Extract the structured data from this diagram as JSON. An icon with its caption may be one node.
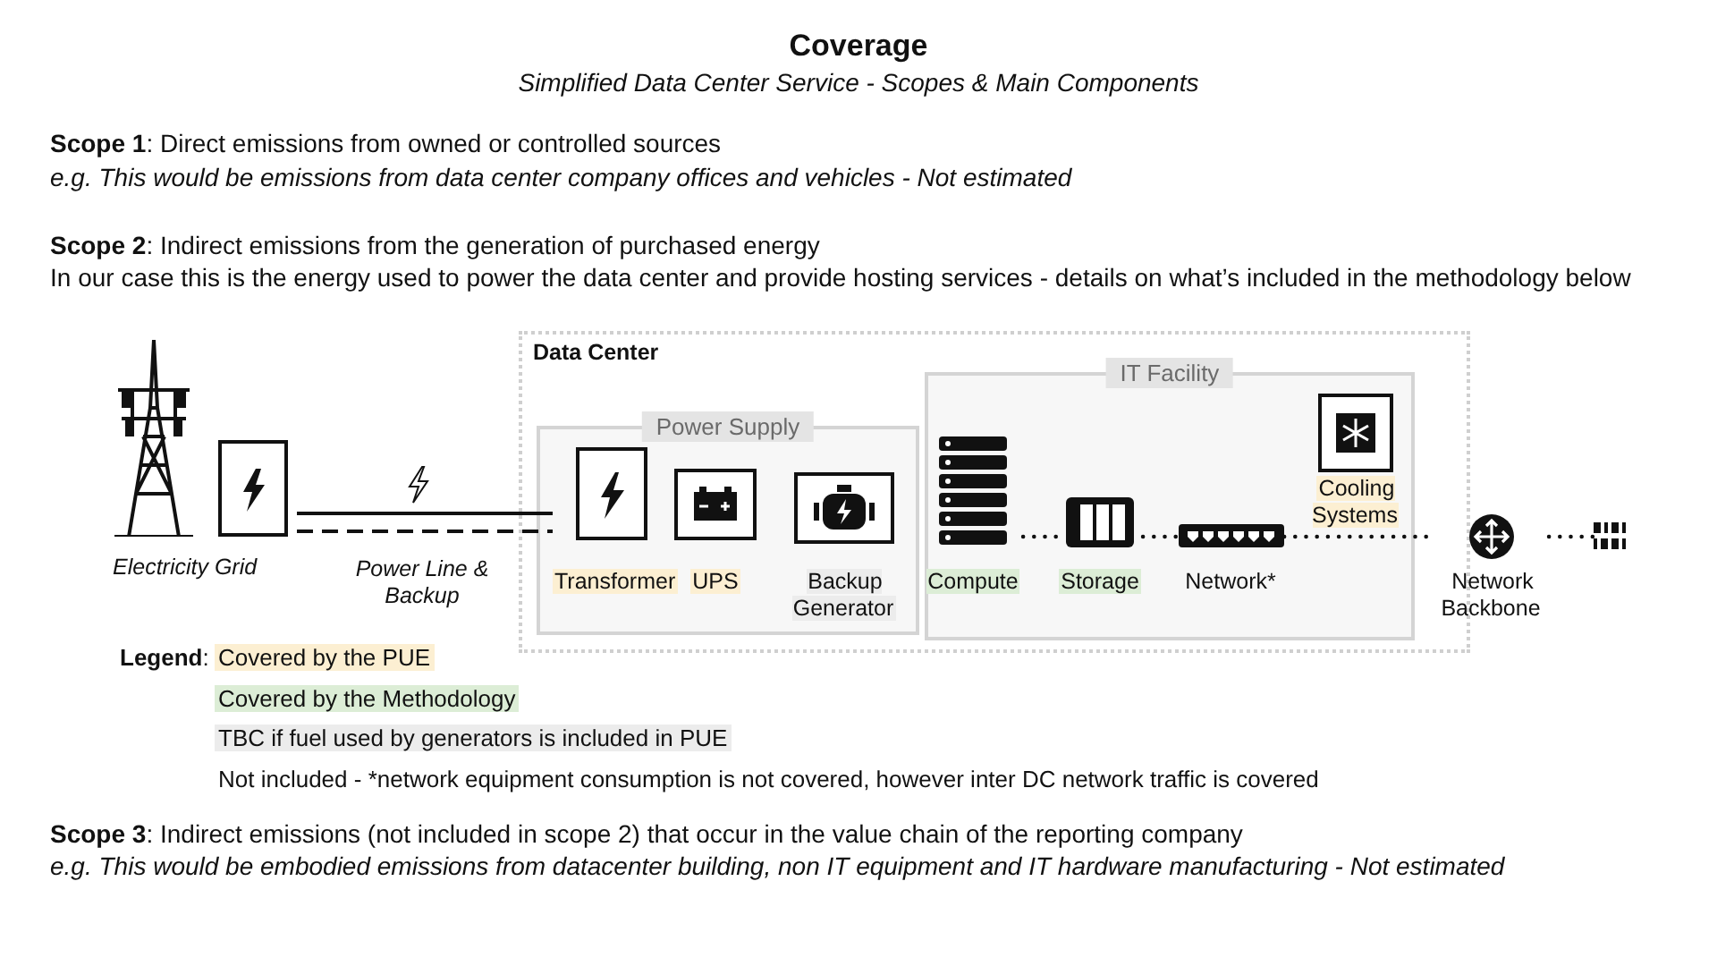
{
  "diagram": {
    "title": "Coverage",
    "nodes": [
      {
        "text": [
          "Data Center"
        ]
      },
      {
        "text": [
          "Power Supply"
        ],
        "in": 0
      },
      {
        "text": [
          "IT Facility"
        ],
        "in": 0
      },
      {
        "text": [
          "Electricity Grid"
        ]
      },
      {
        "text": [
          "Transformer"
        ],
        "in": 1
      },
      {
        "text": [
          "UPS"
        ],
        "in": 1
      },
      {
        "text": [
          "Backup Generator"
        ],
        "in": 1
      },
      {
        "text": [
          "Compute"
        ],
        "in": 2
      },
      {
        "text": [
          "Storage"
        ],
        "in": 2
      },
      {
        "text": [
          "Network*"
        ],
        "in": 2
      },
      {
        "text": [
          "Cooling Systems"
        ],
        "in": 2
      },
      {
        "text": [
          "Network Backbone"
        ]
      },
      {
        "text": [],
        "shape": "icon"
      }
    ],
    "edges": [
      {
        "from": 3,
        "to": 4,
        "arrow": "none",
        "label": "Power Line & Backup"
      },
      {
        "from": 3,
        "to": 4,
        "arrow": "none",
        "style": "dashed"
      },
      {
        "from": 7,
        "to": 8,
        "arrow": "none",
        "style": "dashed"
      },
      {
        "from": 8,
        "to": 9,
        "arrow": "none",
        "style": "dashed"
      },
      {
        "from": 9,
        "to": 11,
        "arrow": "none",
        "style": "dashed"
      },
      {
        "from": 11,
        "to": 12,
        "arrow": "none",
        "style": "dashed"
      }
    ],
    "labels": [
      "Simplified Data Center Service - Scopes & Main Components",
      "**Scope 1**: Direct emissions from owned or controlled sources",
      "e.g. This would be emissions from data center company offices and vehicles - Not estimated",
      "**Scope 2**: Indirect emissions from the generation of purchased energy",
      "In our case this is the energy used to power the data center and provide hosting services - details on what’s included in the methodology below",
      "**Legend**:",
      "**Scope 3**: Indirect emissions (not included in scope 2) that occur in the value chain of the reporting company",
      "e.g. This would be embodied emissions from datacenter building, non IT equipment and IT hardware manufacturing - Not estimated"
    ],
    "legend": [
      {
        "text": "Covered by the PUE",
        "color": "#fcefd2"
      },
      {
        "text": "Covered by the Methodology",
        "color": "#dcedd6"
      },
      {
        "text": "TBC if fuel used by generators is included in PUE",
        "color": "#ececec"
      },
      {
        "text": "Not included - *network equipment consumption is not covered, however inter DC network traffic is covered"
      }
    ]
  }
}
